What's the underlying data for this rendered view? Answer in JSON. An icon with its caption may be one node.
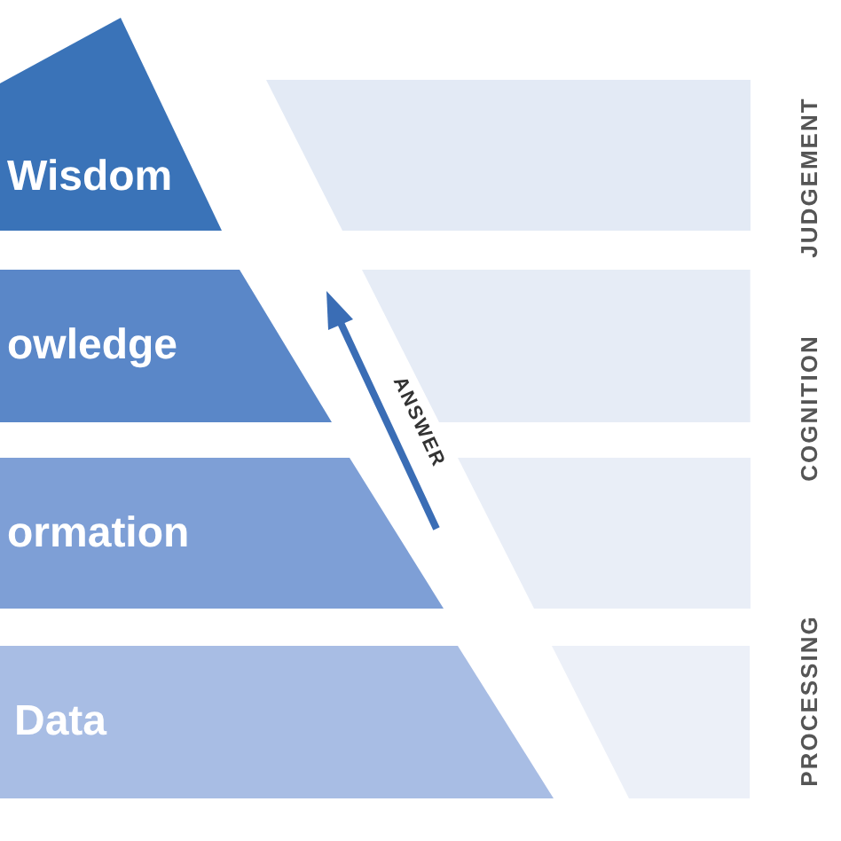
{
  "diagram": {
    "nodes": [
      {
        "text": [
          "Wisdom"
        ]
      },
      {
        "text": [
          "owledge"
        ]
      },
      {
        "text": [
          "ormation"
        ]
      },
      {
        "text": [
          "Data"
        ]
      },
      {
        "text": [],
        "shape": "band"
      },
      {
        "text": [],
        "shape": "band"
      },
      {
        "text": [],
        "shape": "band"
      },
      {
        "text": [],
        "shape": "band"
      }
    ],
    "edges": [],
    "labels": [
      "ANSWER",
      "JUDGEMENT",
      "COGNITION",
      "PROCESSING"
    ]
  }
}
